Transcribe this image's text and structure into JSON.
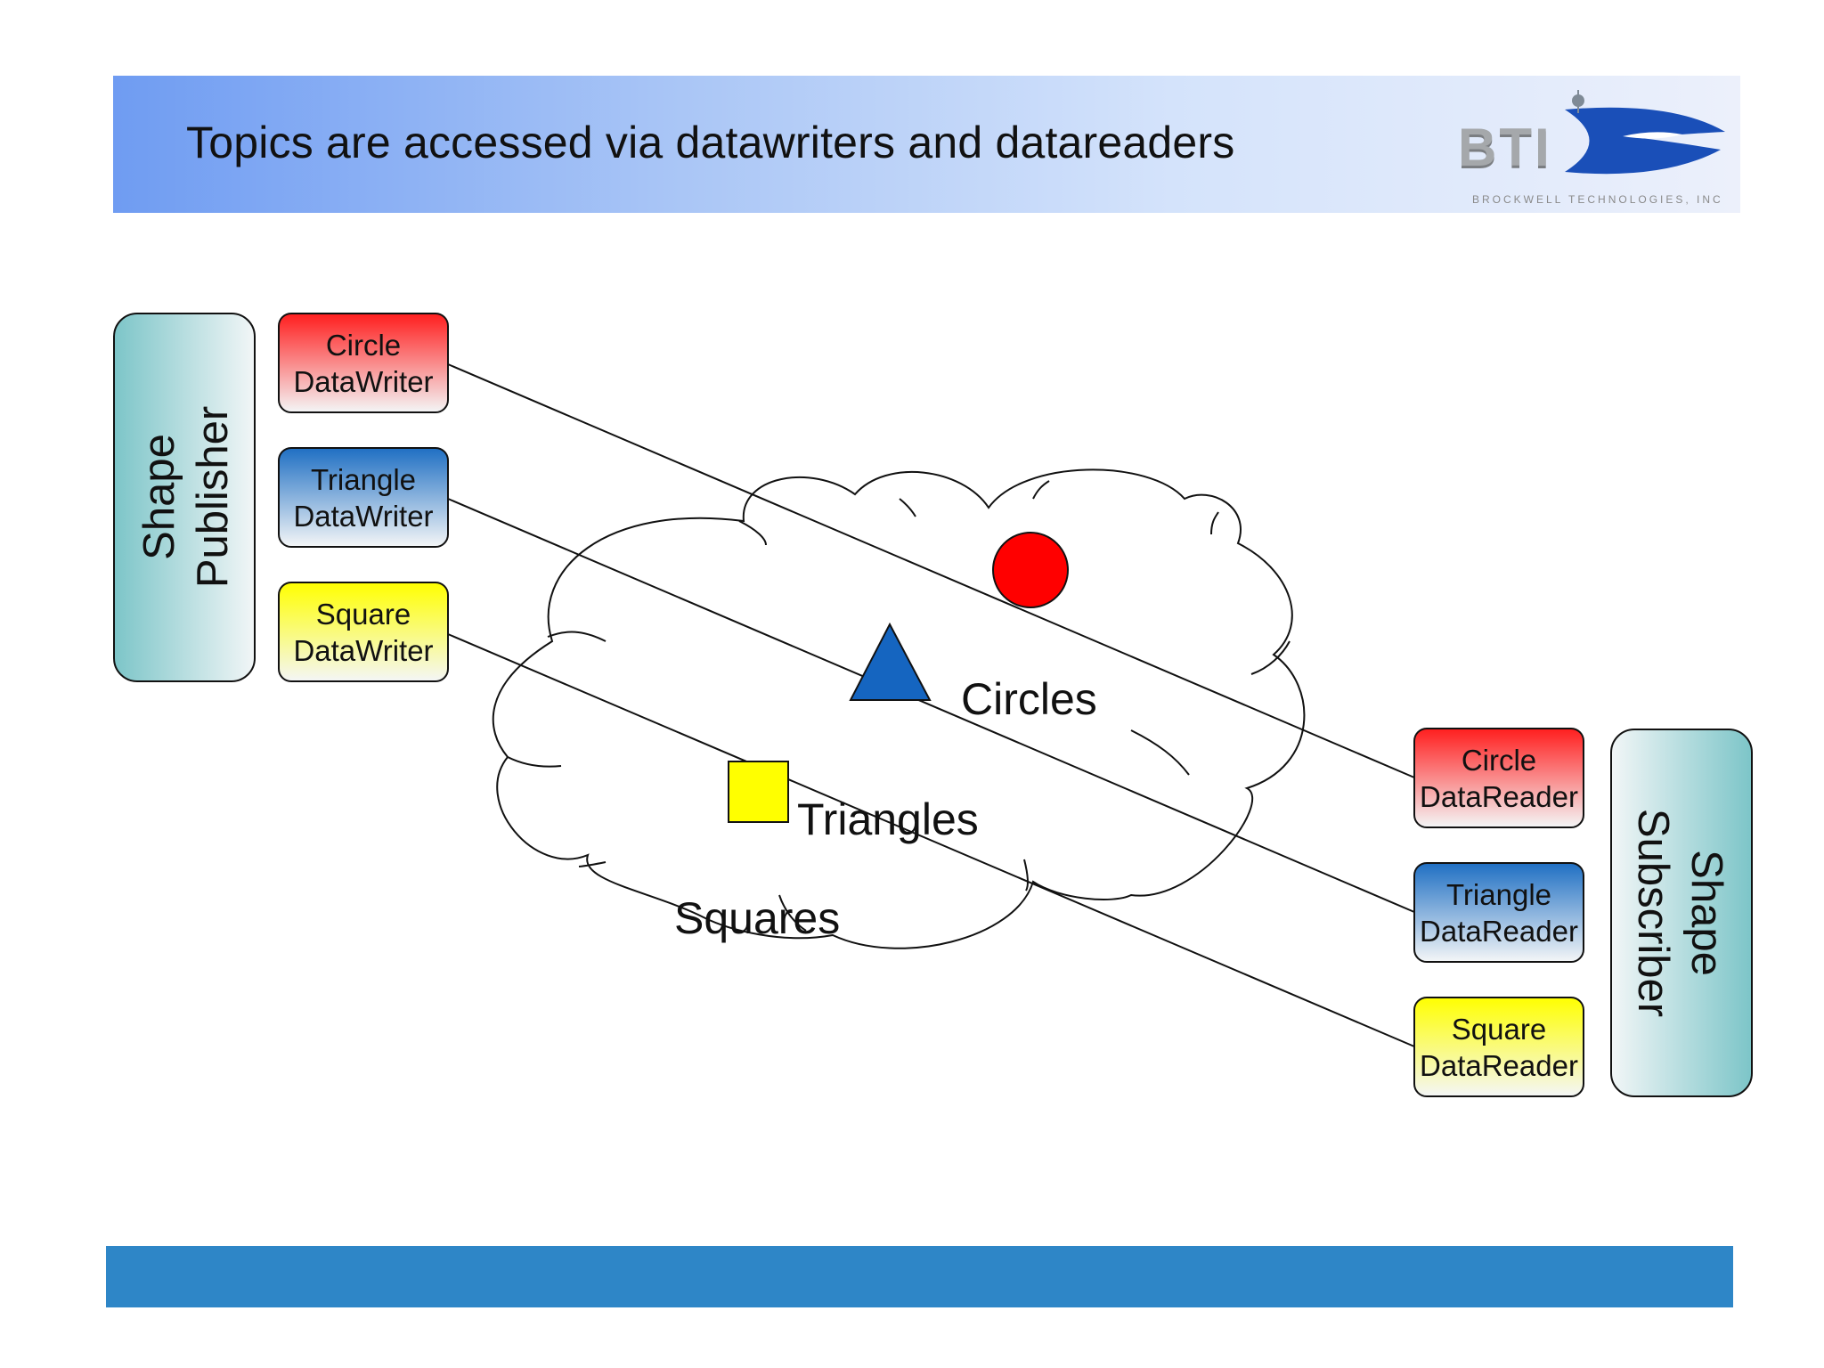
{
  "slide": {
    "title": "Topics are accessed via datawriters and datareaders",
    "logo": {
      "text": "BTI",
      "tagline": "BROCKWELL TECHNOLOGIES, INC"
    }
  },
  "publisher": {
    "line1": "Shape",
    "line2": "Publisher"
  },
  "subscriber": {
    "line1": "Shape",
    "line2": "Subscriber"
  },
  "writers": [
    {
      "line1": "Circle",
      "line2": "DataWriter",
      "color": "#ff1e1e"
    },
    {
      "line1": "Triangle",
      "line2": "DataWriter",
      "color": "#1f6fc3"
    },
    {
      "line1": "Square",
      "line2": "DataWriter",
      "color": "#ffff00"
    }
  ],
  "readers": [
    {
      "line1": "Circle",
      "line2": "DataReader",
      "color": "#ff1e1e"
    },
    {
      "line1": "Triangle",
      "line2": "DataReader",
      "color": "#1f6fc3"
    },
    {
      "line1": "Square",
      "line2": "DataReader",
      "color": "#ffff00"
    }
  ],
  "topics": {
    "circles": "Circles",
    "triangles": "Triangles",
    "squares": "Squares"
  },
  "colors": {
    "circle": "#ff0000",
    "triangle": "#1565c0",
    "square": "#ffff00",
    "footer": "#2e86c7",
    "side_box_teal": "#7cc5c8"
  }
}
